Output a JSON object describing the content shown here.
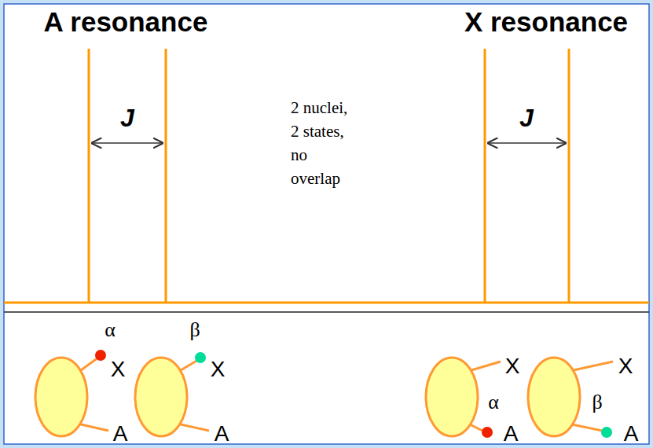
{
  "diagram": {
    "labels": [
      "A resonance",
      "X resonance",
      "J",
      "2 nuclei, 2 states, no overlap",
      "J",
      "α",
      "β",
      "X",
      "X",
      "X",
      "X",
      "A",
      "A",
      "α",
      "β",
      "A",
      "A"
    ]
  }
}
